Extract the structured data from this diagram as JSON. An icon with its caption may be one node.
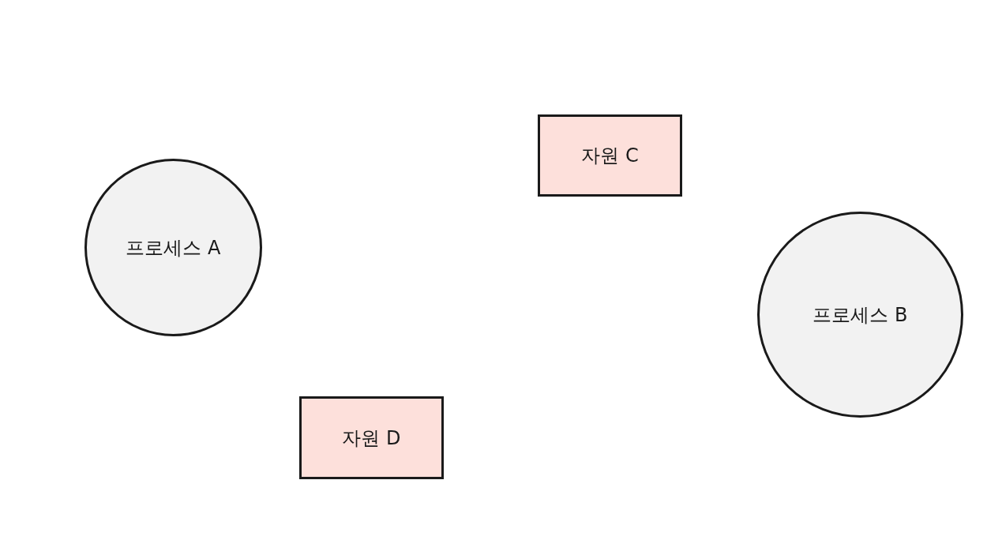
{
  "diagram": {
    "nodes": [
      {
        "text": [
          "자원 C"
        ]
      },
      {
        "text": [
          "프로세스 A"
        ]
      },
      {
        "text": [
          "프로세스 B"
        ]
      },
      {
        "text": [
          "자원 D"
        ]
      }
    ]
  }
}
